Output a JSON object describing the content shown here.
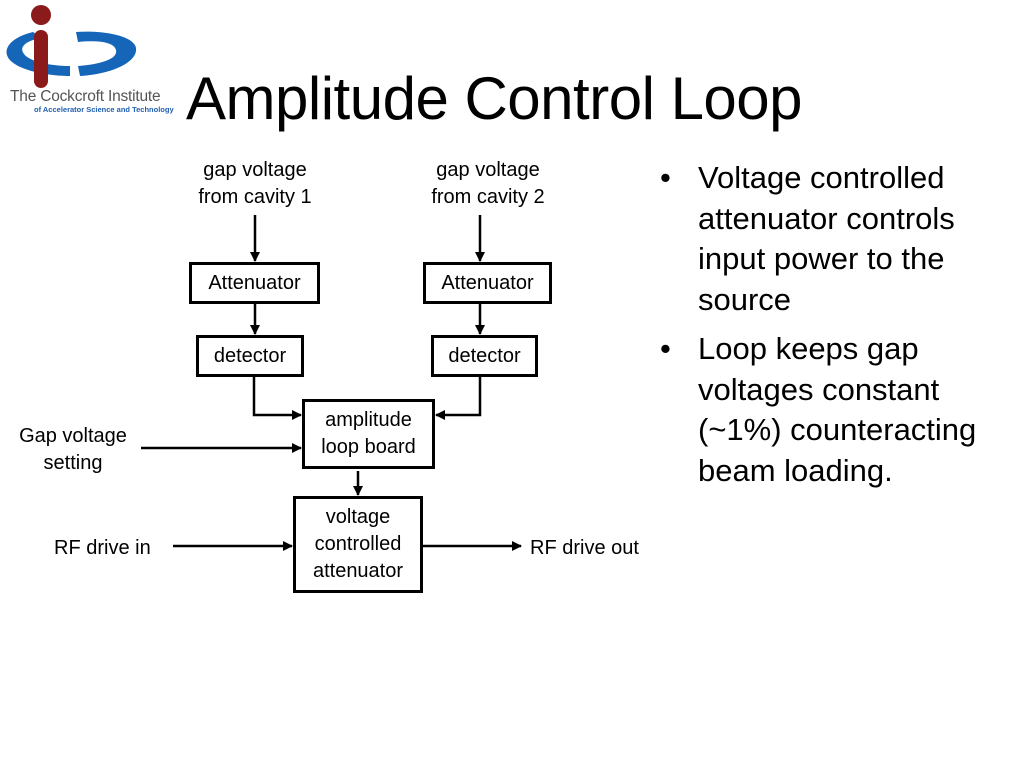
{
  "slide": {
    "title": "Amplitude Control Loop"
  },
  "logo": {
    "name": "The Cockcroft Institute",
    "subtitle": "of Accelerator Science and Technology",
    "colors": {
      "blue": "#1565b8",
      "maroon": "#8b1a1a"
    }
  },
  "diagram": {
    "inputs": {
      "cavity1": [
        "gap voltage",
        "from cavity 1"
      ],
      "cavity2": [
        "gap voltage",
        "from cavity 2"
      ],
      "gap_setting": [
        "Gap voltage",
        "setting"
      ],
      "rf_in": "RF drive in",
      "rf_out": "RF drive out"
    },
    "blocks": {
      "attenuator1": "Attenuator",
      "attenuator2": "Attenuator",
      "detector1": "detector",
      "detector2": "detector",
      "loop_board": [
        "amplitude",
        "loop board"
      ],
      "vca": [
        "voltage",
        "controlled",
        "attenuator"
      ]
    }
  },
  "bullets": [
    {
      "marker": "•",
      "text": "Voltage controlled attenuator controls input power to the source"
    },
    {
      "marker": "•",
      "text": "Loop keeps gap voltages constant (~1%) counteracting beam loading."
    }
  ]
}
